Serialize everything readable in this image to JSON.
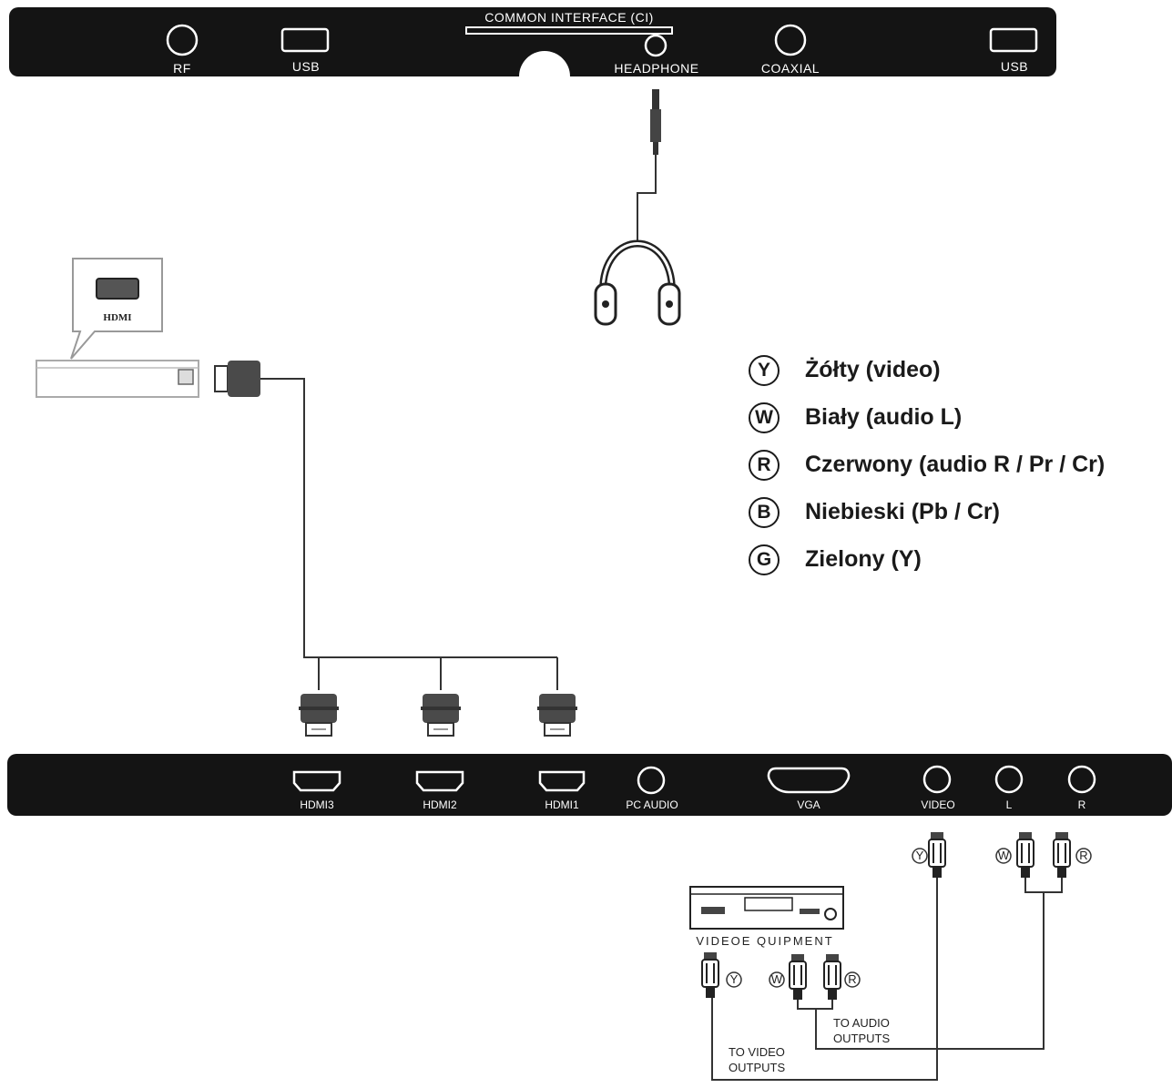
{
  "top_panel": {
    "ci_label": "COMMON INTERFACE (CI)",
    "ports": {
      "rf": "RF",
      "usb1": "USB",
      "headphone": "HEADPHONE",
      "coaxial": "COAXIAL",
      "usb2": "USB"
    }
  },
  "hdmi_source": {
    "label": "HDMI"
  },
  "bottom_panel": {
    "ports": {
      "hdmi3": "HDMI3",
      "hdmi2": "HDMI2",
      "hdmi1": "HDMI1",
      "pc_audio": "PC AUDIO",
      "vga": "VGA",
      "video": "VIDEO",
      "l": "L",
      "r": "R"
    }
  },
  "video_equipment": {
    "label": "VIDEOE QUIPMENT",
    "to_video_outputs_1": "TO VIDEO",
    "to_video_outputs_2": "OUTPUTS",
    "to_audio_outputs_1": "TO AUDIO",
    "to_audio_outputs_2": "OUTPUTS"
  },
  "plug_badges": {
    "y": "Y",
    "w": "W",
    "r": "R"
  },
  "legend": {
    "items": [
      {
        "badge": "Y",
        "text": "Żółty (video)"
      },
      {
        "badge": "W",
        "text": "Biały (audio L)"
      },
      {
        "badge": "R",
        "text": "Czerwony (audio R / Pr / Cr)"
      },
      {
        "badge": "B",
        "text": "Niebieski (Pb / Cr)"
      },
      {
        "badge": "G",
        "text": "Zielony (Y)"
      }
    ]
  },
  "colors": {
    "panel": "#141414",
    "line": "#333333",
    "plug": "#4a4a4a"
  }
}
